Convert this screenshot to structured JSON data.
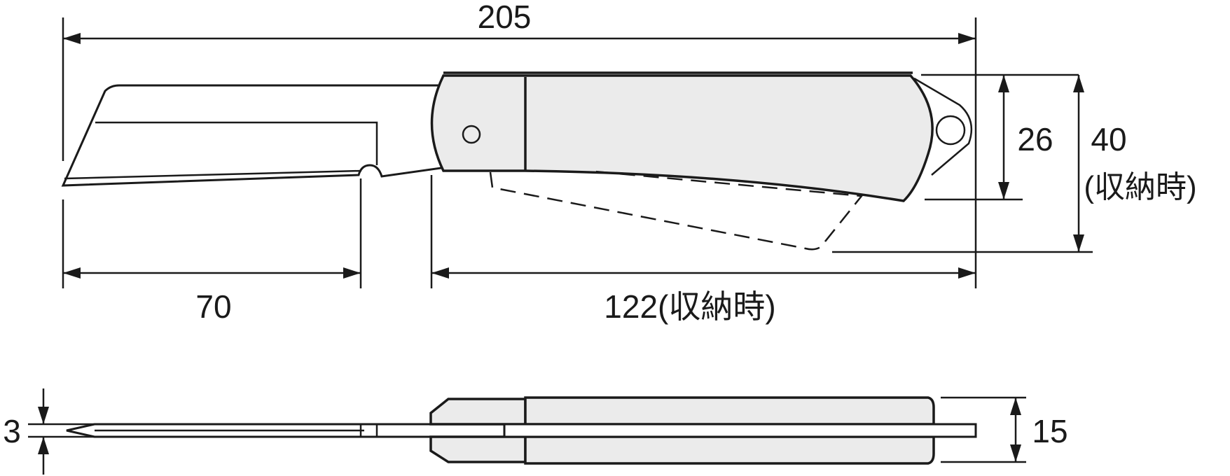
{
  "dimensions": {
    "overall_length": "205",
    "blade_length": "70",
    "closed_length": "122(収納時)",
    "handle_height": "26",
    "closed_height": "40",
    "closed_height_note": "(収納時)",
    "blade_thickness": "3",
    "handle_thickness": "15"
  },
  "colors": {
    "line": "#1a1a1a",
    "handle_fill": "#ebebeb",
    "background": "#ffffff"
  }
}
